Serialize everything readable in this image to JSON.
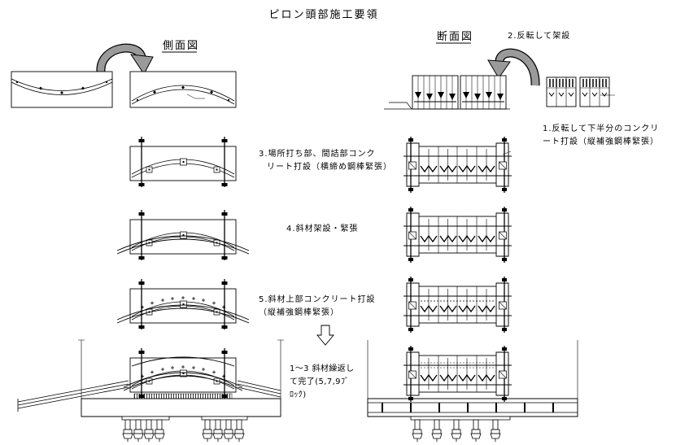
{
  "title": "ピロン頭部施工要領",
  "views": {
    "side_view": "側面図",
    "cross_section": "断面図"
  },
  "steps": {
    "step2": "2.反転して架設",
    "step1": [
      "1.反転して下半分のコンクリ",
      "ート打設（縦補強鋼棒緊張）"
    ],
    "step3": [
      "3.場所打ち部、間詰部コンク",
      "リート打設（横締め鋼棒緊張）"
    ],
    "step4": "4.斜材架設・緊張",
    "step5": [
      "5.斜材上部コンクリート打設",
      "（縦補強鋼棒緊張）"
    ],
    "repeat": [
      "1～3 斜材繰返し",
      "て完了(5,7,9ﾌﾞ",
      "ﾛｯｸ)"
    ]
  },
  "icons": {
    "flip_arrow_side": "curved-rotate-arrow-icon",
    "flip_arrow_section": "curved-rotate-arrow-icon",
    "next_stage_arrow": "hollow-down-arrow-icon"
  },
  "colors": {
    "line": "#000000",
    "arrow_fill": "#9a9a9a",
    "background": "#ffffff"
  }
}
